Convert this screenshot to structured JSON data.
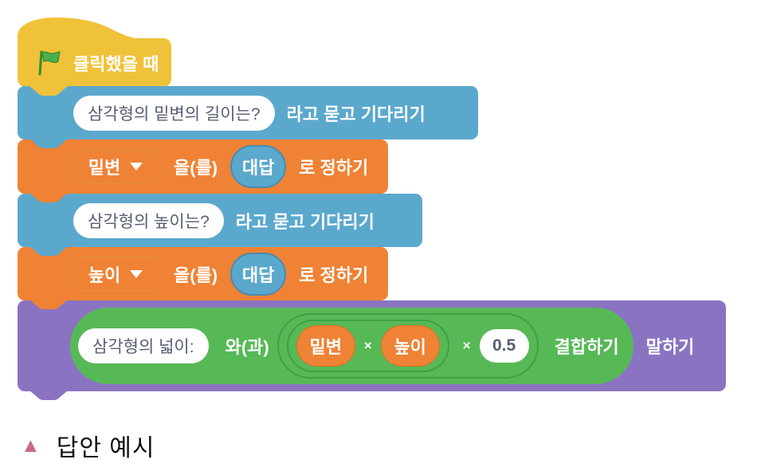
{
  "blocks": {
    "hat": {
      "label": "클릭했을 때"
    },
    "ask1": {
      "question": "삼각형의 밑변의 길이는?",
      "label": "라고 묻고 기다리기"
    },
    "set1": {
      "variable": "밑변",
      "label_before": "을(를)",
      "value": "대답",
      "label_after": "로 정하기"
    },
    "ask2": {
      "question": "삼각형의 높이는?",
      "label": "라고 묻고 기다리기"
    },
    "set2": {
      "variable": "높이",
      "label_before": "을(를)",
      "value": "대답",
      "label_after": "로 정하기"
    },
    "say": {
      "join": {
        "text1": "삼각형의 넓이:",
        "label_between": "와(과)",
        "expr": {
          "var1": "밑변",
          "op1": "×",
          "var2": "높이",
          "op2": "×",
          "value": "0.5"
        },
        "label": "결합하기"
      },
      "label": "말하기"
    }
  },
  "caption": {
    "marker": "▲",
    "text": "답안 예시"
  },
  "colors": {
    "events_yellow": "#f0c239",
    "sensing_blue": "#5ba8cd",
    "variables_orange": "#ef8235",
    "looks_purple": "#8a74c2",
    "operators_green": "#57b956",
    "operators_green_border": "#3da144",
    "input_text": "#575e75",
    "caption_marker_pink": "#c9688f",
    "flag_green": "#4caf50"
  }
}
